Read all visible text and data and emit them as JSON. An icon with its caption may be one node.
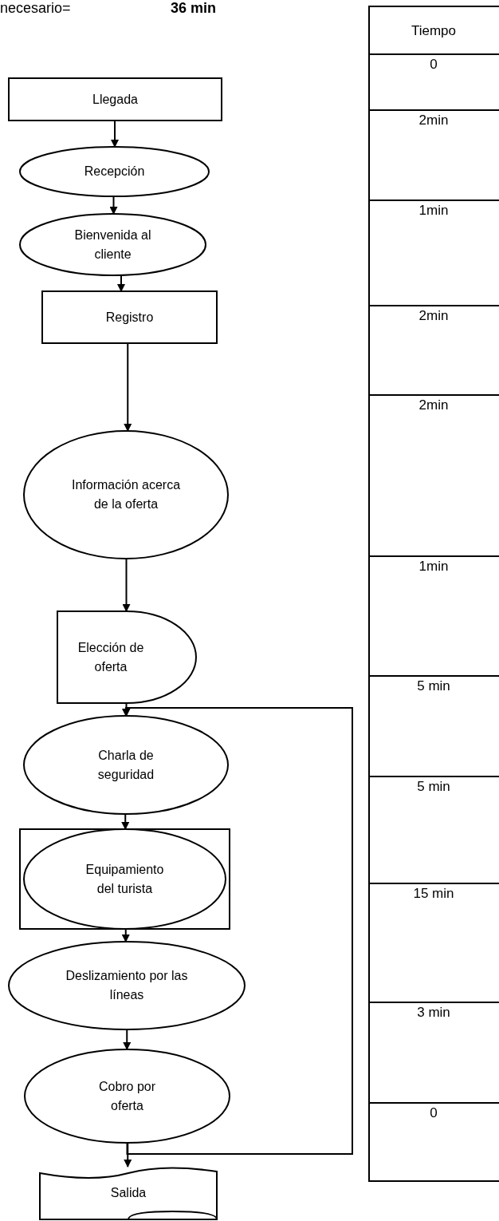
{
  "diagram": {
    "nodes": [
      {
        "text": [
          "Llegada"
        ]
      },
      {
        "text": [
          "Recepción"
        ]
      },
      {
        "text": [
          "Bienvenida al cliente"
        ]
      },
      {
        "text": [
          "Registro"
        ]
      },
      {
        "text": [
          "Información acerca de la oferta"
        ]
      },
      {
        "text": [
          "Elección de oferta"
        ]
      },
      {
        "text": [
          "Charla de seguridad"
        ]
      },
      {
        "text": [
          "Equipamiento del turista"
        ]
      },
      {
        "text": [
          "Deslizamiento por las líneas"
        ]
      },
      {
        "text": [
          "Cobro por oferta"
        ]
      },
      {
        "text": [
          "Salida"
        ]
      }
    ],
    "edges": [
      {
        "from": 0,
        "to": 1,
        "arrow": "to"
      },
      {
        "from": 1,
        "to": 2,
        "arrow": "to"
      },
      {
        "from": 2,
        "to": 3,
        "arrow": "to"
      },
      {
        "from": 3,
        "to": 4,
        "arrow": "to"
      },
      {
        "from": 4,
        "to": 5,
        "arrow": "to"
      },
      {
        "from": 5,
        "to": 6,
        "arrow": "to"
      },
      {
        "from": 6,
        "to": 7,
        "arrow": "to"
      },
      {
        "from": 7,
        "to": 8,
        "arrow": "to"
      },
      {
        "from": 8,
        "to": 9,
        "arrow": "to"
      },
      {
        "from": 9,
        "to": 10,
        "arrow": "to"
      },
      {
        "from": 9,
        "to": 6,
        "arrow": "to"
      }
    ],
    "labels": [
      "necesario=",
      "36 min",
      "Tiempo",
      "0",
      "2min",
      "1min",
      "2min",
      "2min",
      "1min",
      "5 min",
      "5 min",
      "15 min",
      "3 min",
      "0"
    ]
  }
}
